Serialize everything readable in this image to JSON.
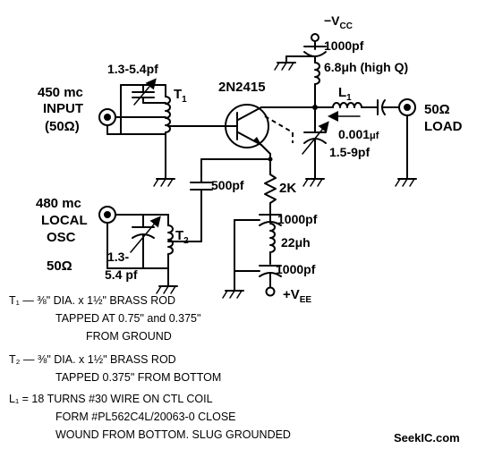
{
  "labels": {
    "vcc": "−V",
    "vcc_sub": "CC",
    "c_1000_top": "1000pf",
    "l_6_8": "6.8μh (high Q)",
    "l1": "L",
    "l1_sub": "1",
    "transistor": "2N2415",
    "c_1_3_5_4_top": "1.3-5.4pf",
    "t1": "T",
    "t1_sub": "1",
    "input_freq": "450 mc",
    "input_word": "INPUT",
    "input_imp": "(50Ω)",
    "load_ohm": "50Ω",
    "load_word": "LOAD",
    "c_0_001": "0.001",
    "c_0_001_unit": "μf",
    "c_1_5_9": "1.5-9pf",
    "r_2k": "2K",
    "c_500": "500pf",
    "osc_freq": "480 mc",
    "osc_word1": "LOCAL",
    "osc_word2": "OSC",
    "osc_imp": "50Ω",
    "t2": "T",
    "t2_sub": "2",
    "c_1_3_a": "1.3-",
    "c_5_4_pf": "5.4 pf",
    "c_1000_mid": "1000pf",
    "l_22": "22μh",
    "c_1000_bot": "1000pf",
    "vee": "+V",
    "vee_sub": "EE"
  },
  "notes": [
    "T₁ — ⅜\" DIA. x 1½\" BRASS ROD",
    "TAPPED AT 0.75\" and 0.375\"",
    "FROM GROUND",
    "T₂ — ⅜\" DIA. x 1½\" BRASS ROD",
    "TAPPED 0.375\" FROM BOTTOM",
    "L₁ = 18 TURNS #30 WIRE ON CTL COIL",
    "FORM #PL562C4L/20063-0 CLOSE",
    "WOUND FROM BOTTOM. SLUG GROUNDED"
  ],
  "watermark": "SeekIC.com"
}
